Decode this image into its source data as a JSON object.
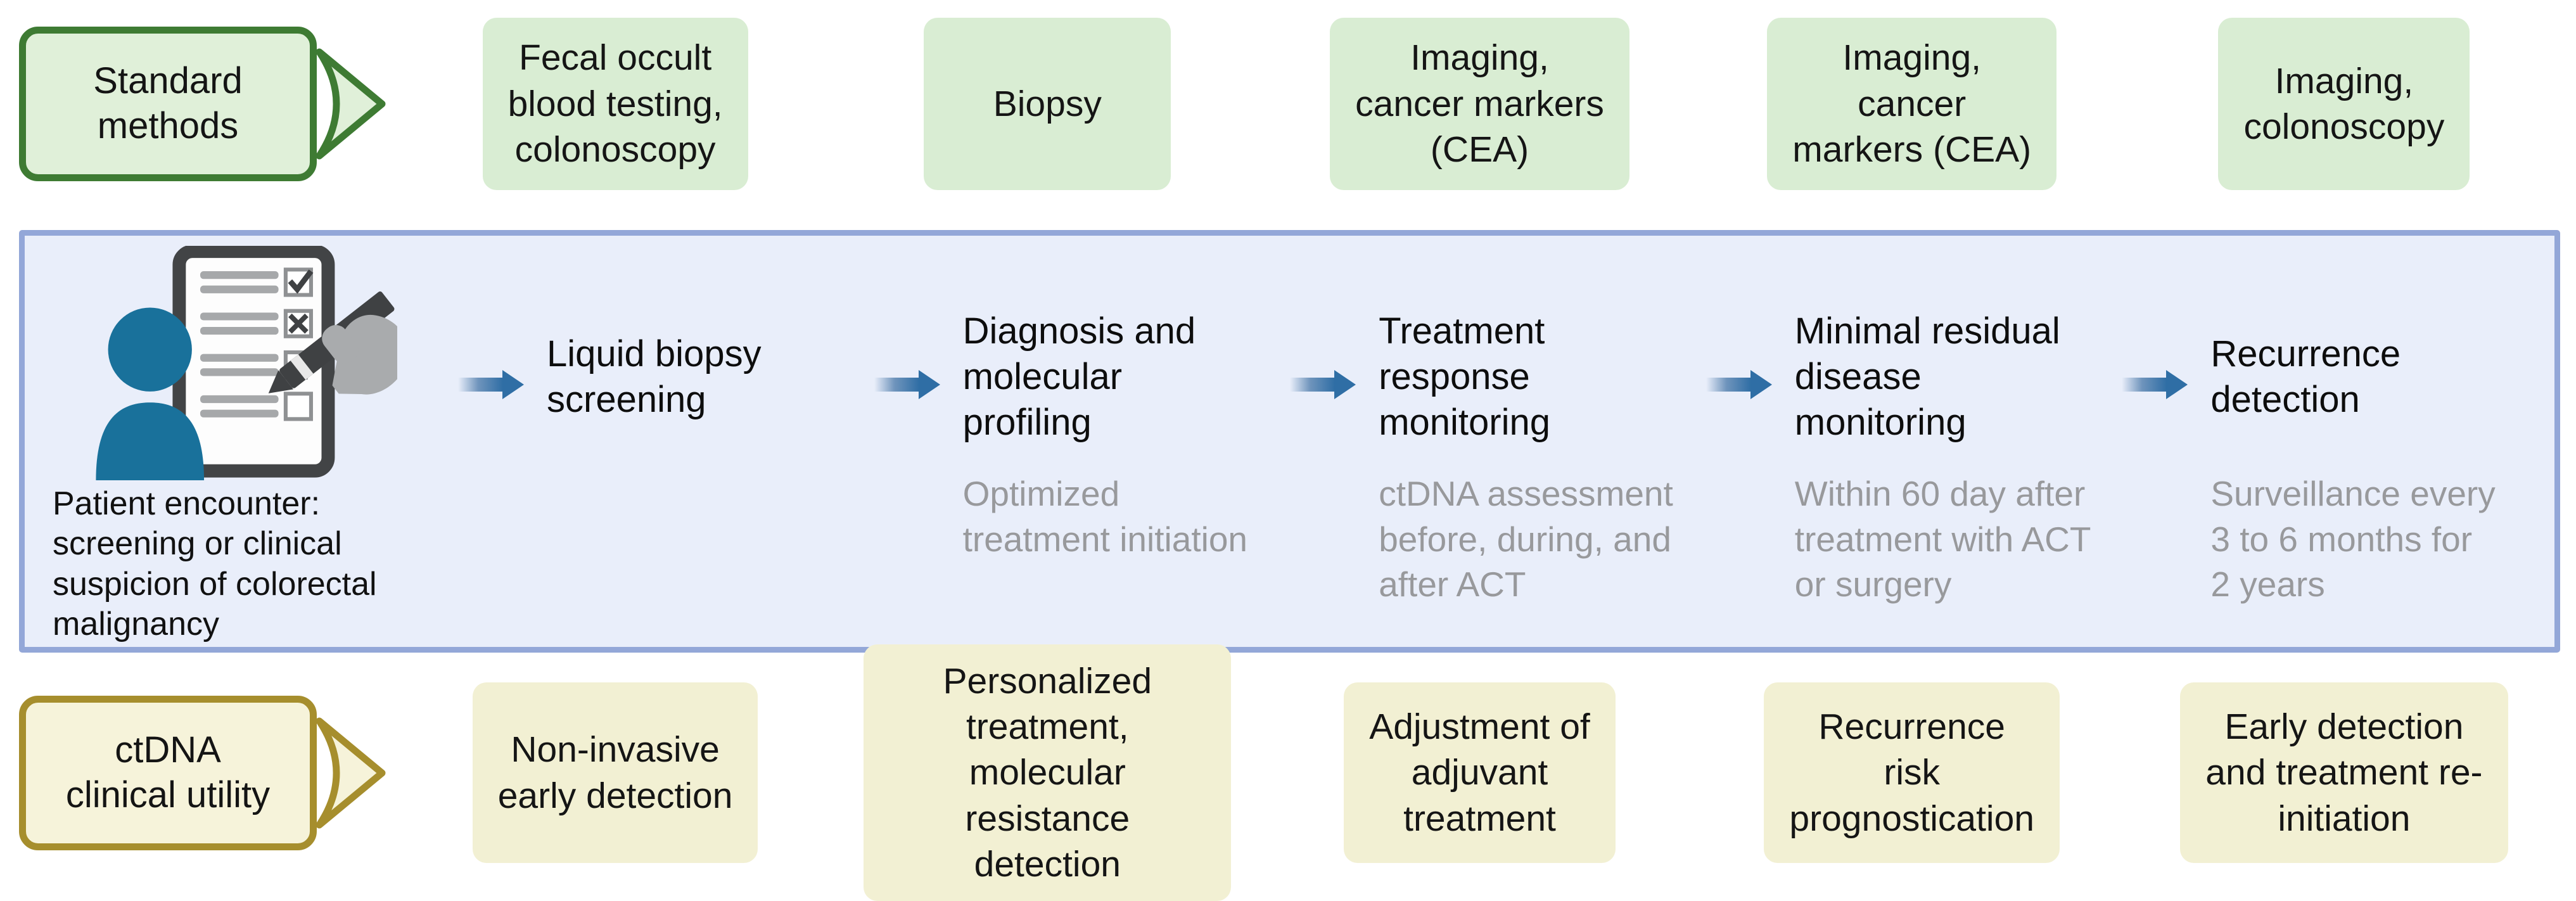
{
  "top_row": {
    "label": "Standard\nmethods",
    "boxes": [
      "Fecal occult\nblood testing,\ncolonoscopy",
      "Biopsy",
      "Imaging,\ncancer markers\n(CEA)",
      "Imaging,\ncancer\nmarkers (CEA)",
      "Imaging,\ncolonoscopy"
    ]
  },
  "middle": {
    "patient_caption": "Patient encounter:\nscreening or clinical\nsuspicion of colorectal\nmalignancy",
    "steps": [
      {
        "title": "Liquid biopsy\nscreening",
        "subtitle": ""
      },
      {
        "title": "Diagnosis and\nmolecular\nprofiling",
        "subtitle": "Optimized\ntreatment initiation"
      },
      {
        "title": "Treatment\nresponse\nmonitoring",
        "subtitle": "ctDNA assessment\nbefore, during, and\nafter ACT"
      },
      {
        "title": "Minimal residual\ndisease\nmonitoring",
        "subtitle": "Within 60 day after\ntreatment with ACT\nor surgery"
      },
      {
        "title": "Recurrence\ndetection",
        "subtitle": "Surveillance every\n3 to 6 months for\n2 years"
      }
    ]
  },
  "bottom_row": {
    "label": "ctDNA\nclinical utility",
    "boxes": [
      "Non-invasive\nearly detection",
      "Personalized\ntreatment, molecular\nresistance detection",
      "Adjustment of\nadjuvant\ntreatment",
      "Recurrence\nrisk\nprognostication",
      "Early detection\nand treatment re-\ninitiation"
    ]
  },
  "icons": {
    "label_chevron": "chevron-right",
    "flow_arrow": "right-arrow",
    "patient": "patient-with-checklist"
  },
  "colors": {
    "green_box_fill": "#d9edd3",
    "green_label_fill": "#e0f0d9",
    "green_border": "#3e7b33",
    "panel_fill": "#e9eefa",
    "panel_border": "#93a7d8",
    "arrow_blue": "#2f6ea5",
    "person_teal": "#19719b",
    "clipboard_gray": "#424446",
    "hand_gray": "#a9abad",
    "yellow_box_fill": "#f2f0d3",
    "yellow_label_fill": "#f6f3da",
    "yellow_border": "#a68e2d",
    "subtitle_gray": "#98999c",
    "text_black": "#141414"
  }
}
